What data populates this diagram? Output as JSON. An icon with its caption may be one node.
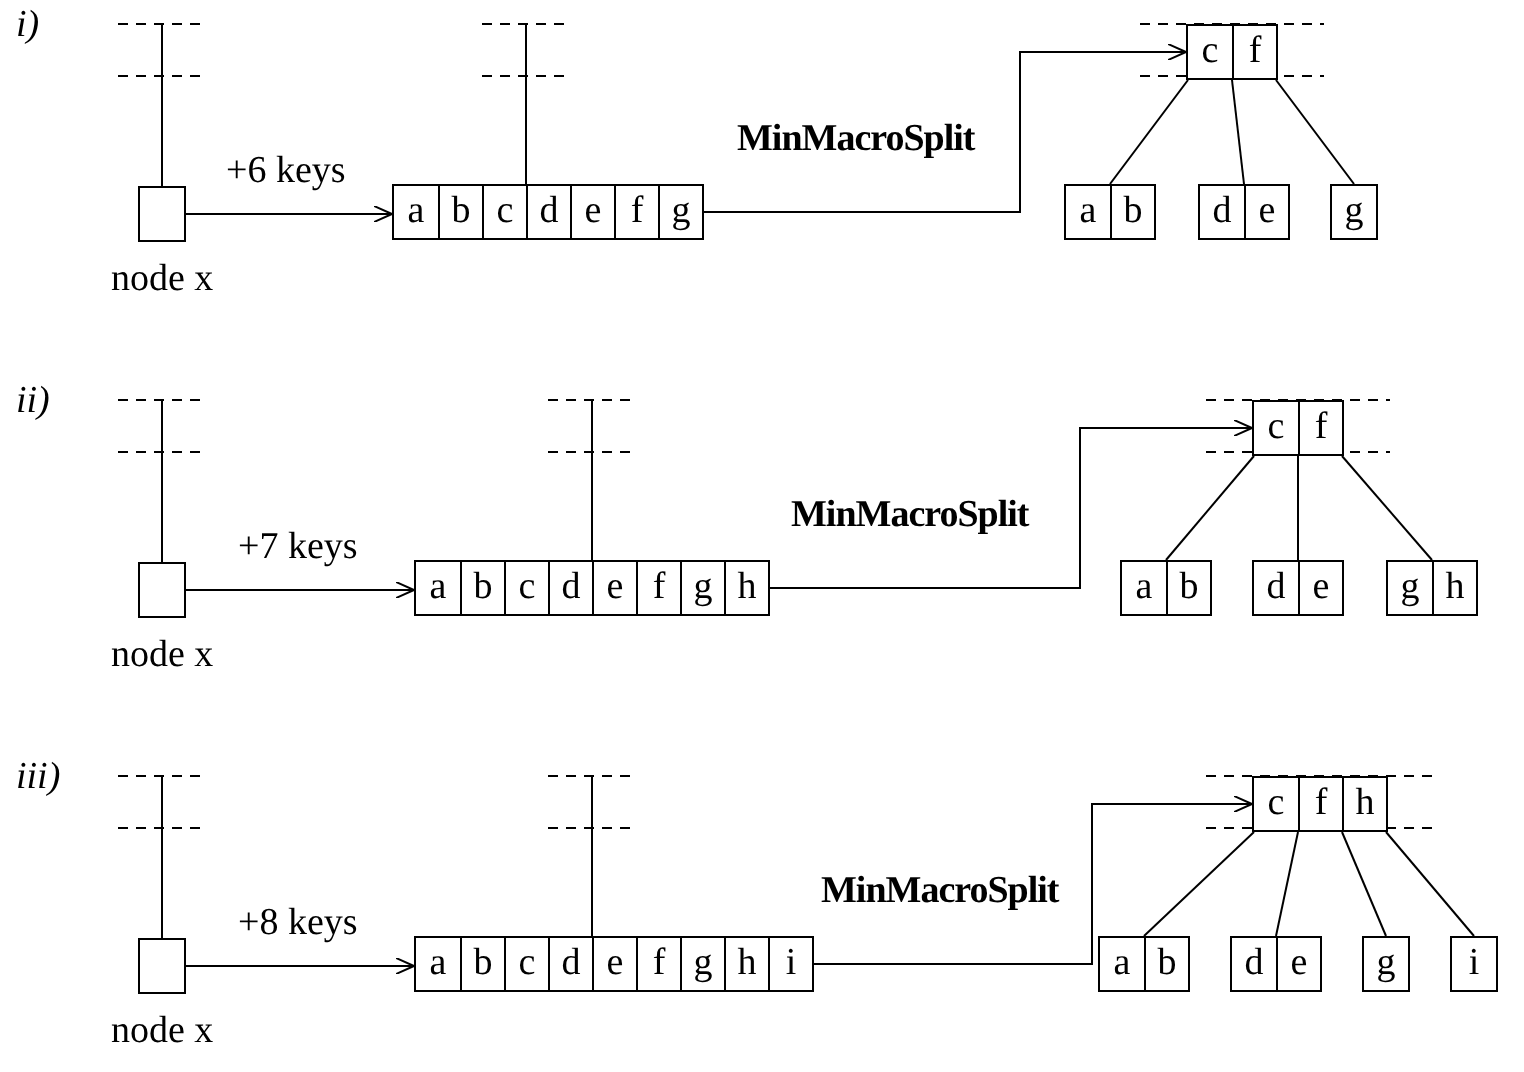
{
  "diagram": {
    "nodes": [
      {
        "text": [],
        "shape": "box",
        "beside": [
          "node x"
        ]
      },
      {
        "text": [
          "a",
          "b",
          "c",
          "d",
          "e",
          "f",
          "g"
        ]
      },
      {
        "text": [
          "c",
          "f"
        ]
      },
      {
        "text": [
          "a",
          "b"
        ]
      },
      {
        "text": [
          "d",
          "e"
        ]
      },
      {
        "text": [
          "g"
        ]
      },
      {
        "text": [],
        "shape": "box",
        "beside": [
          "node x"
        ]
      },
      {
        "text": [
          "a",
          "b",
          "c",
          "d",
          "e",
          "f",
          "g",
          "h"
        ]
      },
      {
        "text": [
          "c",
          "f"
        ]
      },
      {
        "text": [
          "a",
          "b"
        ]
      },
      {
        "text": [
          "d",
          "e"
        ]
      },
      {
        "text": [
          "g",
          "h"
        ]
      },
      {
        "text": [],
        "shape": "box",
        "beside": [
          "node x"
        ]
      },
      {
        "text": [
          "a",
          "b",
          "c",
          "d",
          "e",
          "f",
          "g",
          "h",
          "i"
        ]
      },
      {
        "text": [
          "c",
          "f",
          "h"
        ]
      },
      {
        "text": [
          "a",
          "b"
        ]
      },
      {
        "text": [
          "d",
          "e"
        ]
      },
      {
        "text": [
          "g"
        ]
      },
      {
        "text": [
          "i"
        ]
      }
    ],
    "edges": [
      {
        "from": null,
        "to": 0,
        "arrow": "none"
      },
      {
        "from": 0,
        "to": 1,
        "arrow": "to",
        "label": "+6 keys"
      },
      {
        "from": null,
        "to": 1,
        "arrow": "none"
      },
      {
        "from": 1,
        "to": 2,
        "arrow": "to",
        "label": "MinMacroSplit"
      },
      {
        "from": 2,
        "to": 3,
        "arrow": "none"
      },
      {
        "from": 2,
        "to": 4,
        "arrow": "none"
      },
      {
        "from": 2,
        "to": 5,
        "arrow": "none"
      },
      {
        "from": null,
        "to": 6,
        "arrow": "none"
      },
      {
        "from": 6,
        "to": 7,
        "arrow": "to",
        "label": "+7 keys"
      },
      {
        "from": null,
        "to": 7,
        "arrow": "none"
      },
      {
        "from": 7,
        "to": 8,
        "arrow": "to",
        "label": "MinMacroSplit"
      },
      {
        "from": 8,
        "to": 9,
        "arrow": "none"
      },
      {
        "from": 8,
        "to": 10,
        "arrow": "none"
      },
      {
        "from": 8,
        "to": 11,
        "arrow": "none"
      },
      {
        "from": null,
        "to": 12,
        "arrow": "none"
      },
      {
        "from": 12,
        "to": 13,
        "arrow": "to",
        "label": "+8 keys"
      },
      {
        "from": null,
        "to": 13,
        "arrow": "none"
      },
      {
        "from": 13,
        "to": 14,
        "arrow": "to",
        "label": "MinMacroSplit"
      },
      {
        "from": 14,
        "to": 15,
        "arrow": "none"
      },
      {
        "from": 14,
        "to": 16,
        "arrow": "none"
      },
      {
        "from": 14,
        "to": 17,
        "arrow": "none"
      },
      {
        "from": 14,
        "to": 18,
        "arrow": "none"
      }
    ],
    "labels": [
      "i)",
      "ii)",
      "iii)"
    ]
  }
}
